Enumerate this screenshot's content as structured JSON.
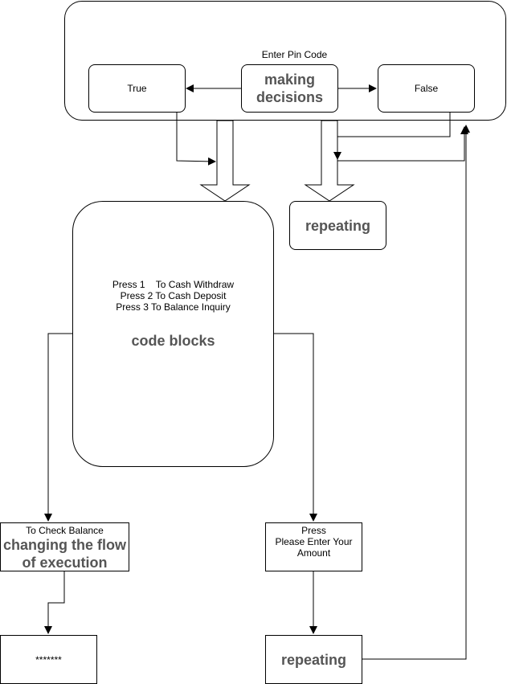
{
  "container": {
    "title": "Enter Pin Code"
  },
  "decision": {
    "label": "making decisions"
  },
  "true_box": {
    "label": "True"
  },
  "false_box": {
    "label": "False"
  },
  "repeating_top": {
    "label": "repeating"
  },
  "code_blocks": {
    "menu": [
      "Press 1    To Cash Withdraw",
      "Press 2 To Cash Deposit",
      "Press 3 To Balance Inquiry"
    ],
    "label": "code blocks"
  },
  "check_balance": {
    "caption": "To Check Balance",
    "label": "changing the flow of execution"
  },
  "enter_amount": {
    "line1": "Press",
    "line2": "Please Enter Your Amount"
  },
  "masked": {
    "label": "*******"
  },
  "repeating_bottom": {
    "label": "repeating"
  }
}
